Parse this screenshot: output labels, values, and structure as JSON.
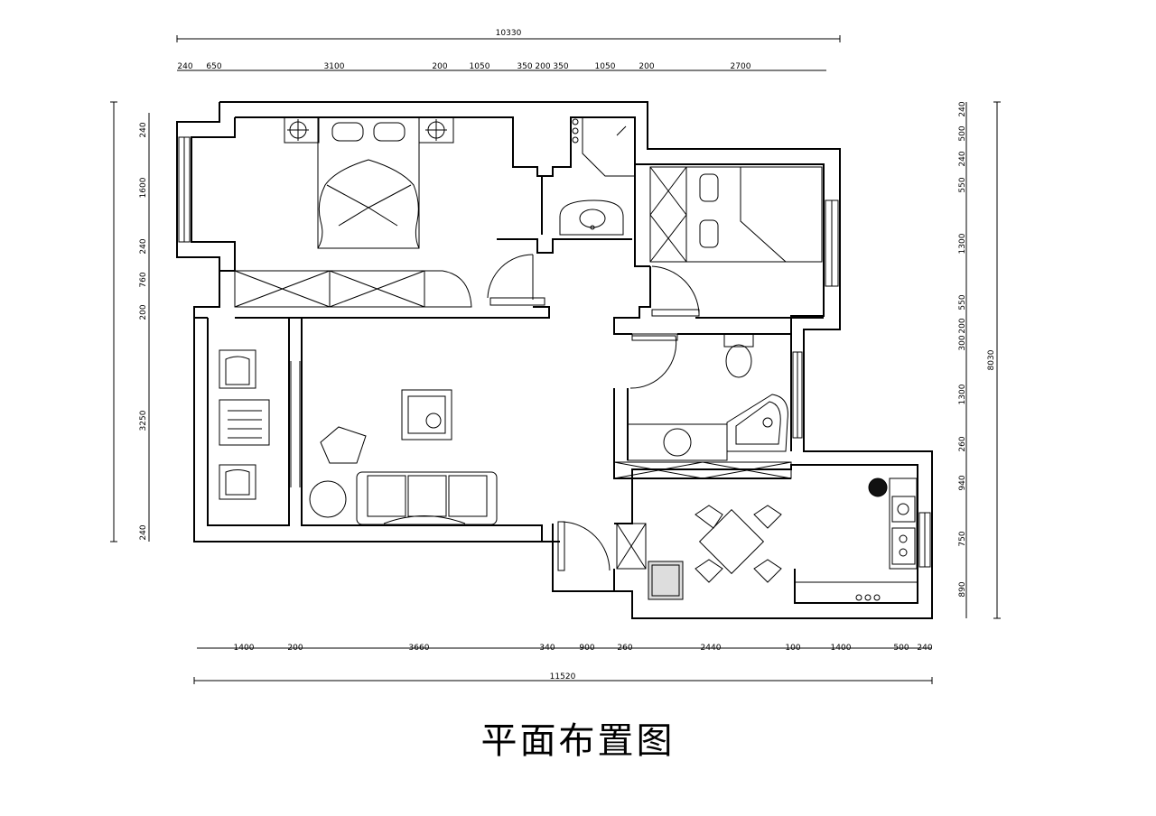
{
  "title": "平面布置图",
  "dimensions": {
    "top_total": "10330",
    "top_segments": [
      "240",
      "650",
      "3100",
      "200",
      "1050",
      "350",
      "200",
      "350",
      "1050",
      "200",
      "2700"
    ],
    "bottom_total": "11520",
    "bottom_segments": [
      "1400",
      "200",
      "3660",
      "340",
      "900",
      "260",
      "2440",
      "100",
      "1400",
      "500",
      "240"
    ],
    "left_segments": [
      "240",
      "1600",
      "240",
      "760",
      "200",
      "3250",
      "240"
    ],
    "right_total": "8030",
    "right_segments": [
      "240",
      "500",
      "240",
      "550",
      "1300",
      "550",
      "200",
      "300",
      "1300",
      "260",
      "940",
      "750",
      "890"
    ]
  }
}
